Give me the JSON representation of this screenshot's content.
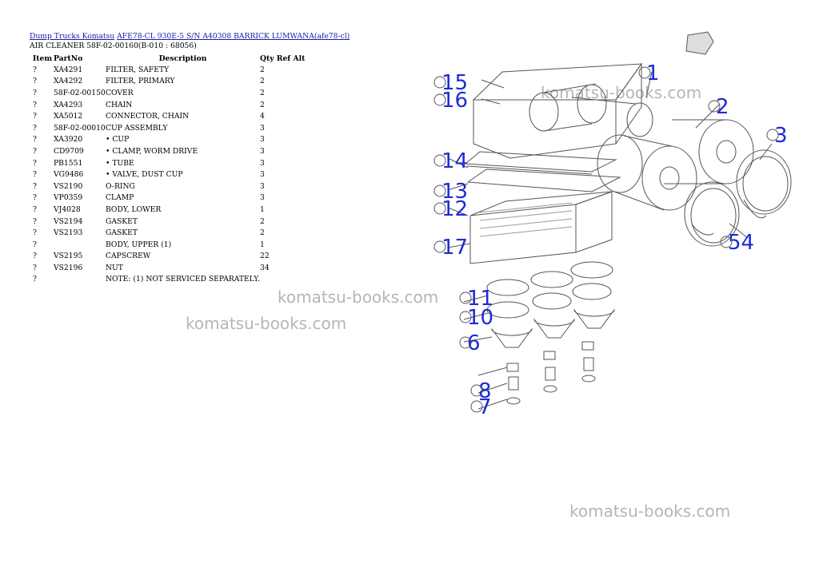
{
  "breadcrumb": {
    "link1": "Dump Trucks Komatsu",
    "link2": "AFE78-CL 930E-5 S/N A40308 BARRICK LUMWANA(afe78-cl)"
  },
  "subtitle": "AIR CLEANER 58F-02-00160(B-010 : 68056)",
  "table": {
    "headers": {
      "item": "Item",
      "part": "PartNo",
      "desc": "Description",
      "qty": "Qty Ref Alt"
    },
    "rows": [
      {
        "item": "?",
        "part": "XA4291",
        "desc": "FILTER, SAFETY",
        "qty": "2"
      },
      {
        "item": "?",
        "part": "XA4292",
        "desc": "FILTER, PRIMARY",
        "qty": "2"
      },
      {
        "item": "?",
        "part": "58F-02-00150",
        "desc": "COVER",
        "qty": "2"
      },
      {
        "item": "?",
        "part": "XA4293",
        "desc": "CHAIN",
        "qty": "2"
      },
      {
        "item": "?",
        "part": "XA5012",
        "desc": "CONNECTOR, CHAIN",
        "qty": "4"
      },
      {
        "item": "?",
        "part": "58F-02-00010",
        "desc": "CUP ASSEMBLY",
        "qty": "3"
      },
      {
        "item": "?",
        "part": "XA3920",
        "desc": "• CUP",
        "qty": "3"
      },
      {
        "item": "?",
        "part": "CD9709",
        "desc": "• CLAMP, WORM DRIVE",
        "qty": "3"
      },
      {
        "item": "?",
        "part": "PB1551",
        "desc": "• TUBE",
        "qty": "3"
      },
      {
        "item": "?",
        "part": "VG9486",
        "desc": "• VALVE, DUST CUP",
        "qty": "3"
      },
      {
        "item": "?",
        "part": "VS2190",
        "desc": "O-RING",
        "qty": "3"
      },
      {
        "item": "?",
        "part": "VP0359",
        "desc": "CLAMP",
        "qty": "3"
      },
      {
        "item": "?",
        "part": "VJ4028",
        "desc": "BODY, LOWER",
        "qty": "1"
      },
      {
        "item": "?",
        "part": "VS2194",
        "desc": "GASKET",
        "qty": "2"
      },
      {
        "item": "?",
        "part": "VS2193",
        "desc": "GASKET",
        "qty": "2"
      },
      {
        "item": "?",
        "part": "",
        "desc": "BODY, UPPER (1)",
        "qty": "1"
      },
      {
        "item": "?",
        "part": "VS2195",
        "desc": "CAPSCREW",
        "qty": "22"
      },
      {
        "item": "?",
        "part": "VS2196",
        "desc": "NUT",
        "qty": "34"
      },
      {
        "item": "?",
        "part": "",
        "desc": "NOTE: (1) NOT SERVICED SEPARATELY.",
        "qty": ""
      }
    ]
  },
  "watermark": "komatsu-books.com",
  "diagram": {
    "callouts": [
      "1",
      "2",
      "3",
      "54",
      "15",
      "16",
      "14",
      "13",
      "12",
      "17",
      "11",
      "10",
      "6",
      "8",
      "7"
    ],
    "line_color": "#555555",
    "callout_color": "#1c2bd6"
  }
}
